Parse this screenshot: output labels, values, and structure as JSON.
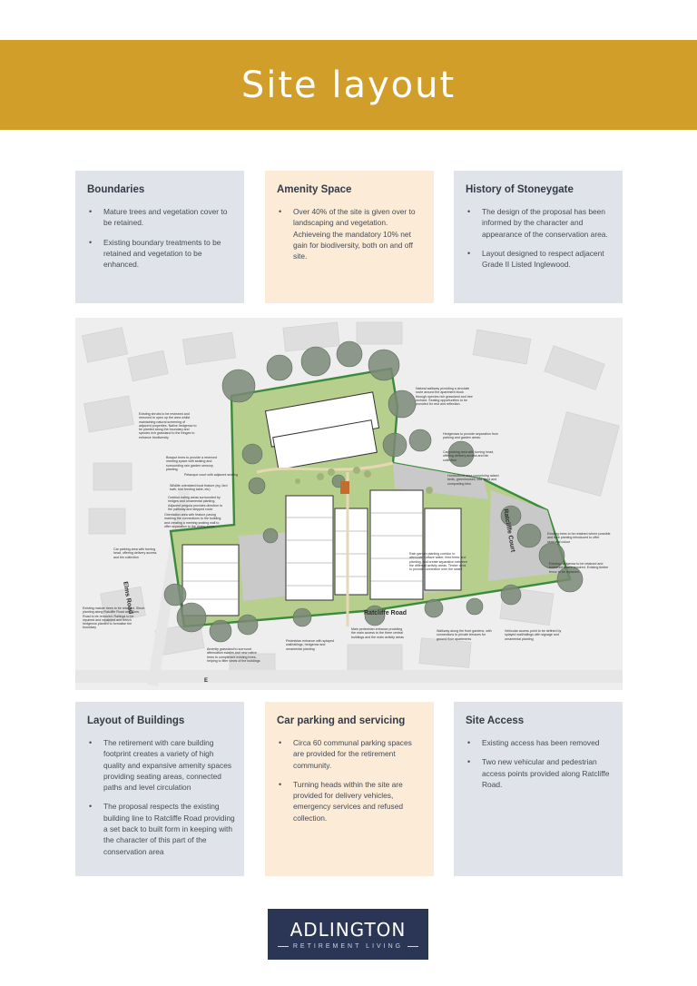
{
  "header": {
    "title": "Site layout"
  },
  "top_cards": [
    {
      "title": "Boundaries",
      "bullets": [
        "Mature trees and vegetation cover to be retained.",
        "Existing boundary treatments to be retained and vegetation to be enhanced."
      ]
    },
    {
      "title": "Amenity Space",
      "bullets": [
        "Over 40% of the site is given over to landscaping and vegetation.  Achieveing the mandatory 10% net gain for biodiversity, both on and off site."
      ]
    },
    {
      "title": "History of Stoneygate",
      "bullets": [
        "The design of the proposal has been informed by the character and appearance of the conservation area.",
        "Layout designed to respect adjacent Grade II Listed Inglewood."
      ]
    }
  ],
  "bottom_cards": [
    {
      "title": "Layout of Buildings",
      "bullets": [
        "The retirement with care building footprint creates a variety of high quality and expansive amenity spaces providing seating areas, connected paths and level circulation",
        "The proposal respects the existing building line to Ratcliffe Road providing a set back to built form in keeping with the character of this part of the conservation area"
      ]
    },
    {
      "title": "Car parking and servicing",
      "bullets": [
        "Circa 60 communal parking spaces are provided for the retirement community.",
        "Turning heads within the site are provided for delivery vehicles, emergency services and refused collection."
      ]
    },
    {
      "title": "Site Access",
      "bullets": [
        "Existing access has been removed",
        "Two new vehicular and pedestrian access points provided along Ratcliffe Road."
      ]
    }
  ],
  "plan": {
    "roads": {
      "ratcliffe_road": "Ratcliffe Road",
      "ratcliffe_court": "Ratcliffe Court",
      "elms_road": "Elms Road",
      "edge_letter": "E"
    },
    "annotations": [
      "Existing shrubs to be reviewed and removed to open up the area whilst maintaining natural screening of adjacent properties. Native hedgerow to be planted along the boundary and species rich grassland to the fringes to enhance biodiversity",
      "Natural walkway providing a circulate route around the apartment block through species rich grassland and tree orchard. Seating opportunities to be provided for rest and reflection.",
      "Hedgerows to provide separation from parking and garden areas.",
      "Car parking area with turning head, offering delivery access and bin collection",
      "Bosque trees to provide a reserved meeting space with seating and surrounding rain garden sensory planting",
      "Petanque court with adjacent seating",
      "Horticultural area comprising raised beds, greenhouses, tool shed and composting bins",
      "Wildlife orientated focal feature (eg. bird bath, bird feeding table, etc)",
      "Outdoor eating areas surrounded by hedges and ornamental planting. Adjacent pergola provides direction to the pathway and stepped route",
      "Orientation area with feature paving marking the connections to the building and creating a meeting seating wall to offer separation to the dining areas",
      "Car parking area with turning head, offering delivery access and bin collection",
      "Existing trees to be retained where possible and bulb planting introduced to offer seasonal colour",
      "Rain garden planting corridor to attenuate surface water, feed trees and planting, and create separation between the different activity areas. Timber deck to provide connection over the swale",
      "Existing hedgerow to be retained and bolstered where required. Existing timber fence to be replaced",
      "Existing mature trees to be retained. Shrub planting along Ratcliffe Road and Elms Road to be removed. Railings to be repaired and repainted and beech hedgerow planted to formalise the boundary",
      "Main pedestrian entrance providing the main access to the three central buildings and the main activity areas",
      "Walkway along the front gardens, with connections to private terraces for ground floor apartments",
      "Vehicular access point to be defined by splayed wall/railings with signage and ornamental planting",
      "Pedestrian entrance with splayed wall/railings, hedgerow and ornamental planting",
      "Amenity grassland to surround attenuation swales and new native trees to compliment existing trees, helping to filter views of the buildings"
    ]
  },
  "logo": {
    "name": "ADLINGTON",
    "sub": "RETIREMENT LIVING"
  },
  "colors": {
    "banner": "#d19e2a",
    "card_grey": "#e0e4ea",
    "card_cream": "#fbebd7",
    "logo_bg": "#2b3656",
    "heading": "#343a46"
  }
}
